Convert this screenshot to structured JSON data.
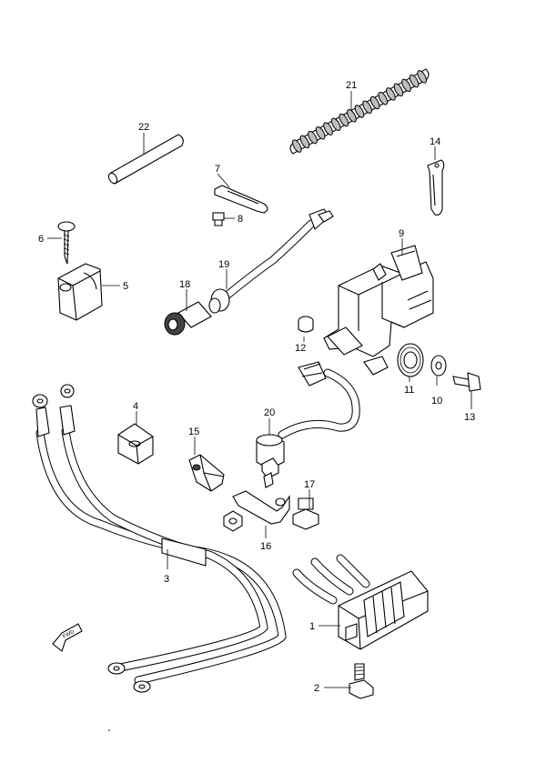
{
  "parts": [
    {
      "id": "p1",
      "number": "1"
    },
    {
      "id": "p2",
      "number": "2"
    },
    {
      "id": "p3",
      "number": "3"
    },
    {
      "id": "p4",
      "number": "4"
    },
    {
      "id": "p5",
      "number": "5"
    },
    {
      "id": "p6",
      "number": "6"
    },
    {
      "id": "p7",
      "number": "7"
    },
    {
      "id": "p8",
      "number": "8"
    },
    {
      "id": "p9",
      "number": "9"
    },
    {
      "id": "p10",
      "number": "10"
    },
    {
      "id": "p11",
      "number": "11"
    },
    {
      "id": "p12",
      "number": "12"
    },
    {
      "id": "p13",
      "number": "13"
    },
    {
      "id": "p14",
      "number": "14"
    },
    {
      "id": "p15",
      "number": "15"
    },
    {
      "id": "p16",
      "number": "16"
    },
    {
      "id": "p17",
      "number": "17"
    },
    {
      "id": "p18",
      "number": "18"
    },
    {
      "id": "p19",
      "number": "19"
    },
    {
      "id": "p20",
      "number": "20"
    },
    {
      "id": "p21",
      "number": "21"
    },
    {
      "id": "p22",
      "number": "22"
    }
  ],
  "fwd_label": "FWD"
}
